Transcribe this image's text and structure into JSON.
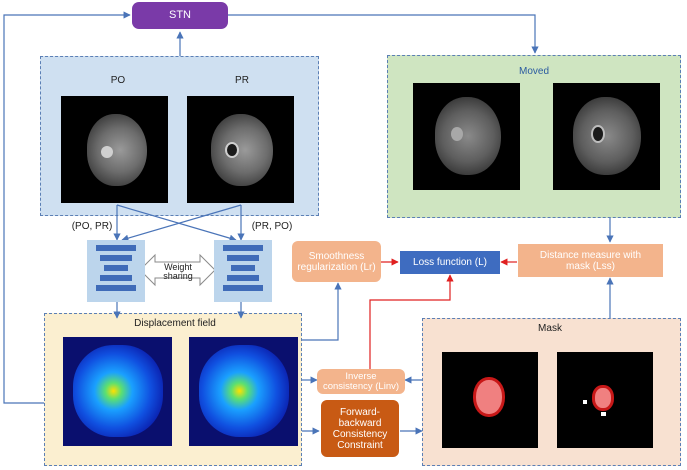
{
  "nodes": {
    "stn": "STN",
    "loss": "Loss function (L)",
    "smooth_line1": "Smoothness",
    "smooth_line2": "regularization (Lr)",
    "distance_line1": "Distance measure with",
    "distance_line2": "mask (Lss)",
    "inverse_line1": "Inverse",
    "inverse_line2": "consistency (Linv)",
    "fb_line1": "Forward-",
    "fb_line2": "backward",
    "fb_line3": "Consistency",
    "fb_line4": "Constraint"
  },
  "panels": {
    "input": {
      "left_label": "PO",
      "right_label": "PR"
    },
    "moved": {
      "title": "Moved"
    },
    "displacement": {
      "title": "Displacement field"
    },
    "mask": {
      "title": "Mask"
    }
  },
  "encoder": {
    "left_pair": "(PO, PR)",
    "right_pair": "(PR, PO)",
    "sharing_line1": "Weight",
    "sharing_line2": "sharing"
  },
  "colors": {
    "stn": "#7a3aa8",
    "loss": "#3e6cc0",
    "orange_box": "#f3b48c",
    "dark_orange_box": "#c85a14",
    "input_panel": "#cfe0f1",
    "moved_panel": "#cfe5c1",
    "displacement_panel": "#fbefd0",
    "mask_panel": "#f8e1d1",
    "arrow_blue": "#4a74b8",
    "arrow_red": "#e02020"
  }
}
